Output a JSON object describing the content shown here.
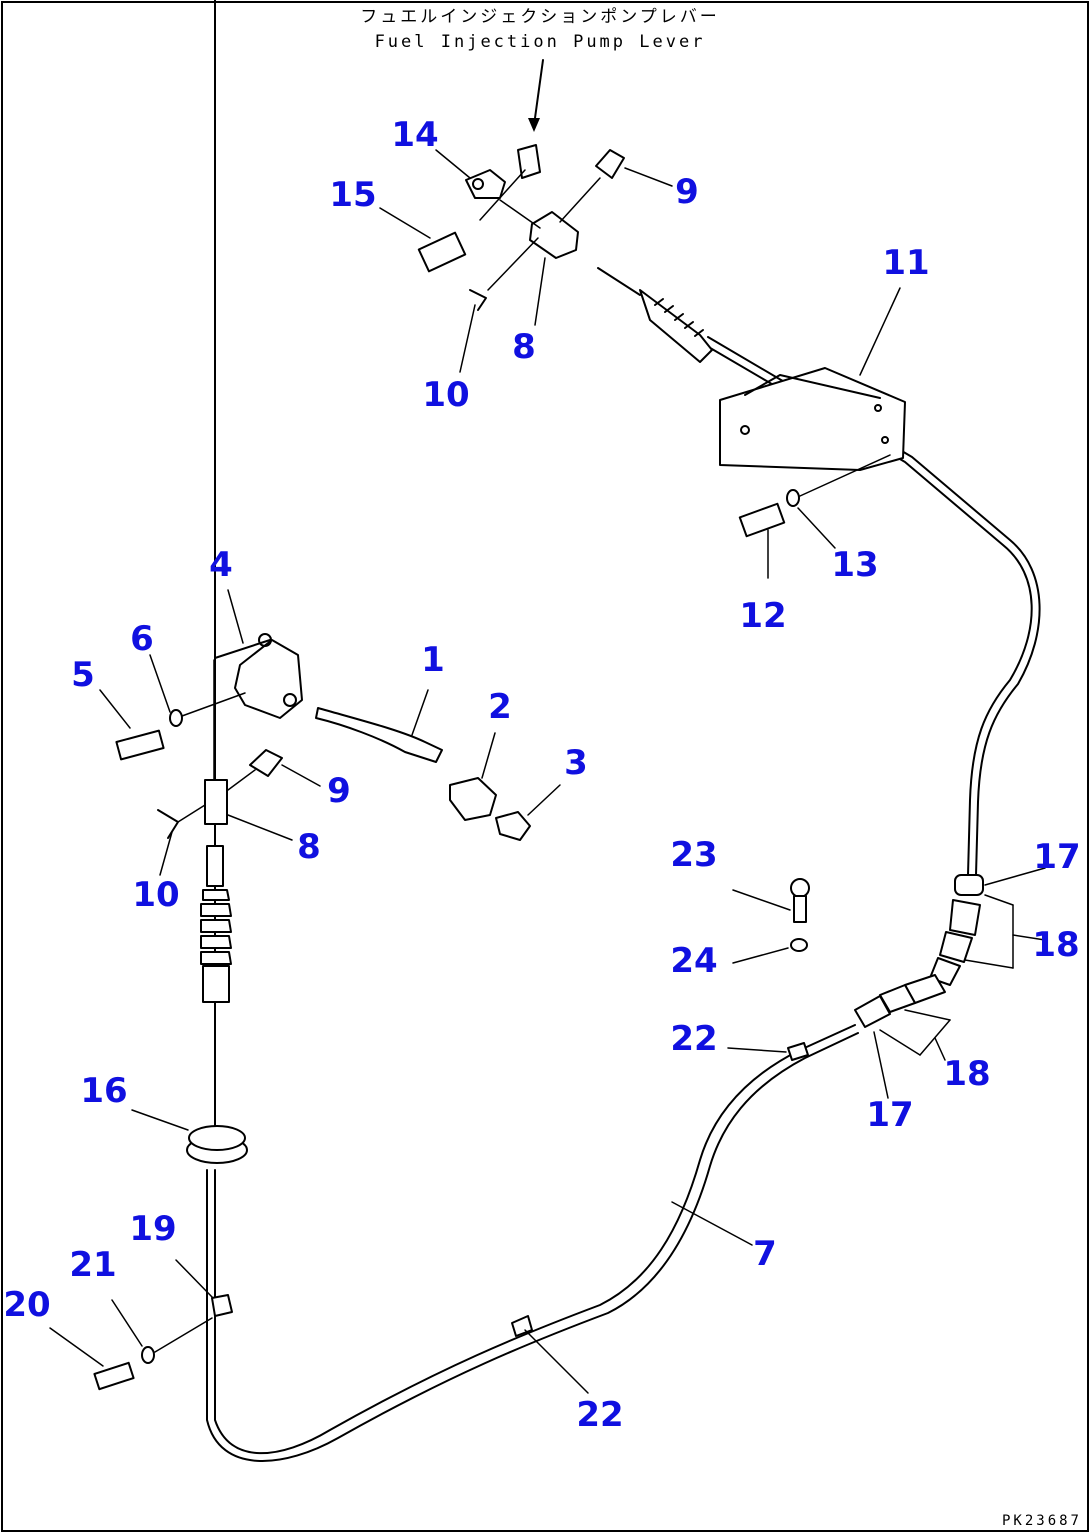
{
  "header": {
    "title_jp": "フュエルインジェクションポンプレバー",
    "title_en": "Fuel Injection Pump Lever"
  },
  "drawing_code": "PK23687",
  "callouts": [
    {
      "label": "1"
    },
    {
      "label": "2"
    },
    {
      "label": "3"
    },
    {
      "label": "4"
    },
    {
      "label": "5"
    },
    {
      "label": "6"
    },
    {
      "label": "7"
    },
    {
      "label": "8"
    },
    {
      "label": "8"
    },
    {
      "label": "9"
    },
    {
      "label": "9"
    },
    {
      "label": "10"
    },
    {
      "label": "10"
    },
    {
      "label": "11"
    },
    {
      "label": "12"
    },
    {
      "label": "13"
    },
    {
      "label": "14"
    },
    {
      "label": "15"
    },
    {
      "label": "16"
    },
    {
      "label": "17"
    },
    {
      "label": "17"
    },
    {
      "label": "18"
    },
    {
      "label": "18"
    },
    {
      "label": "19"
    },
    {
      "label": "20"
    },
    {
      "label": "21"
    },
    {
      "label": "22"
    },
    {
      "label": "22"
    },
    {
      "label": "23"
    },
    {
      "label": "24"
    }
  ],
  "colors": {
    "callout": "#1010e0",
    "line": "#000000",
    "background": "#ffffff"
  }
}
